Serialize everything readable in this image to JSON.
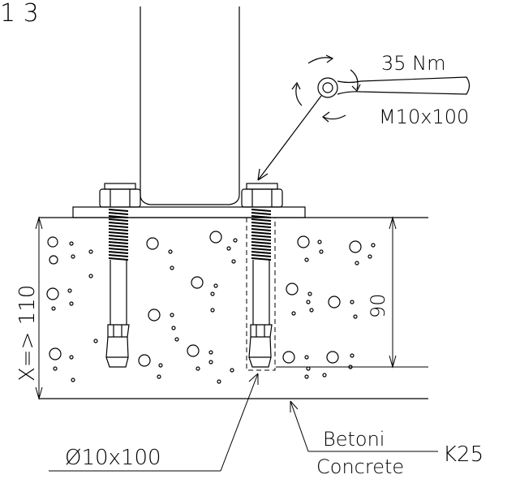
{
  "header": {
    "step": "1 3"
  },
  "torque": {
    "value": "35 Nm",
    "bolt": "M10x100"
  },
  "dimensions": {
    "depth_min": "X=> 110",
    "depth": "90"
  },
  "drill": {
    "size": "Ø10x100"
  },
  "concrete": {
    "fi": "Betoni",
    "en": "Concrete",
    "grade": "K25"
  }
}
